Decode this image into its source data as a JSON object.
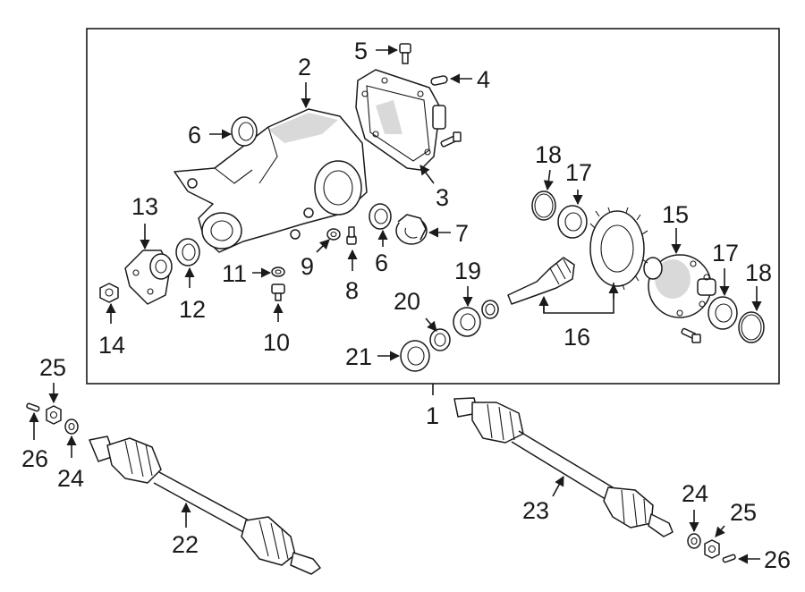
{
  "diagram": {
    "callouts": [
      "1",
      "2",
      "3",
      "4",
      "5",
      "6",
      "6",
      "7",
      "8",
      "9",
      "10",
      "11",
      "12",
      "13",
      "14",
      "15",
      "16",
      "17",
      "17",
      "18",
      "18",
      "19",
      "20",
      "21",
      "22",
      "23",
      "24",
      "24",
      "25",
      "25",
      "26",
      "26"
    ]
  }
}
